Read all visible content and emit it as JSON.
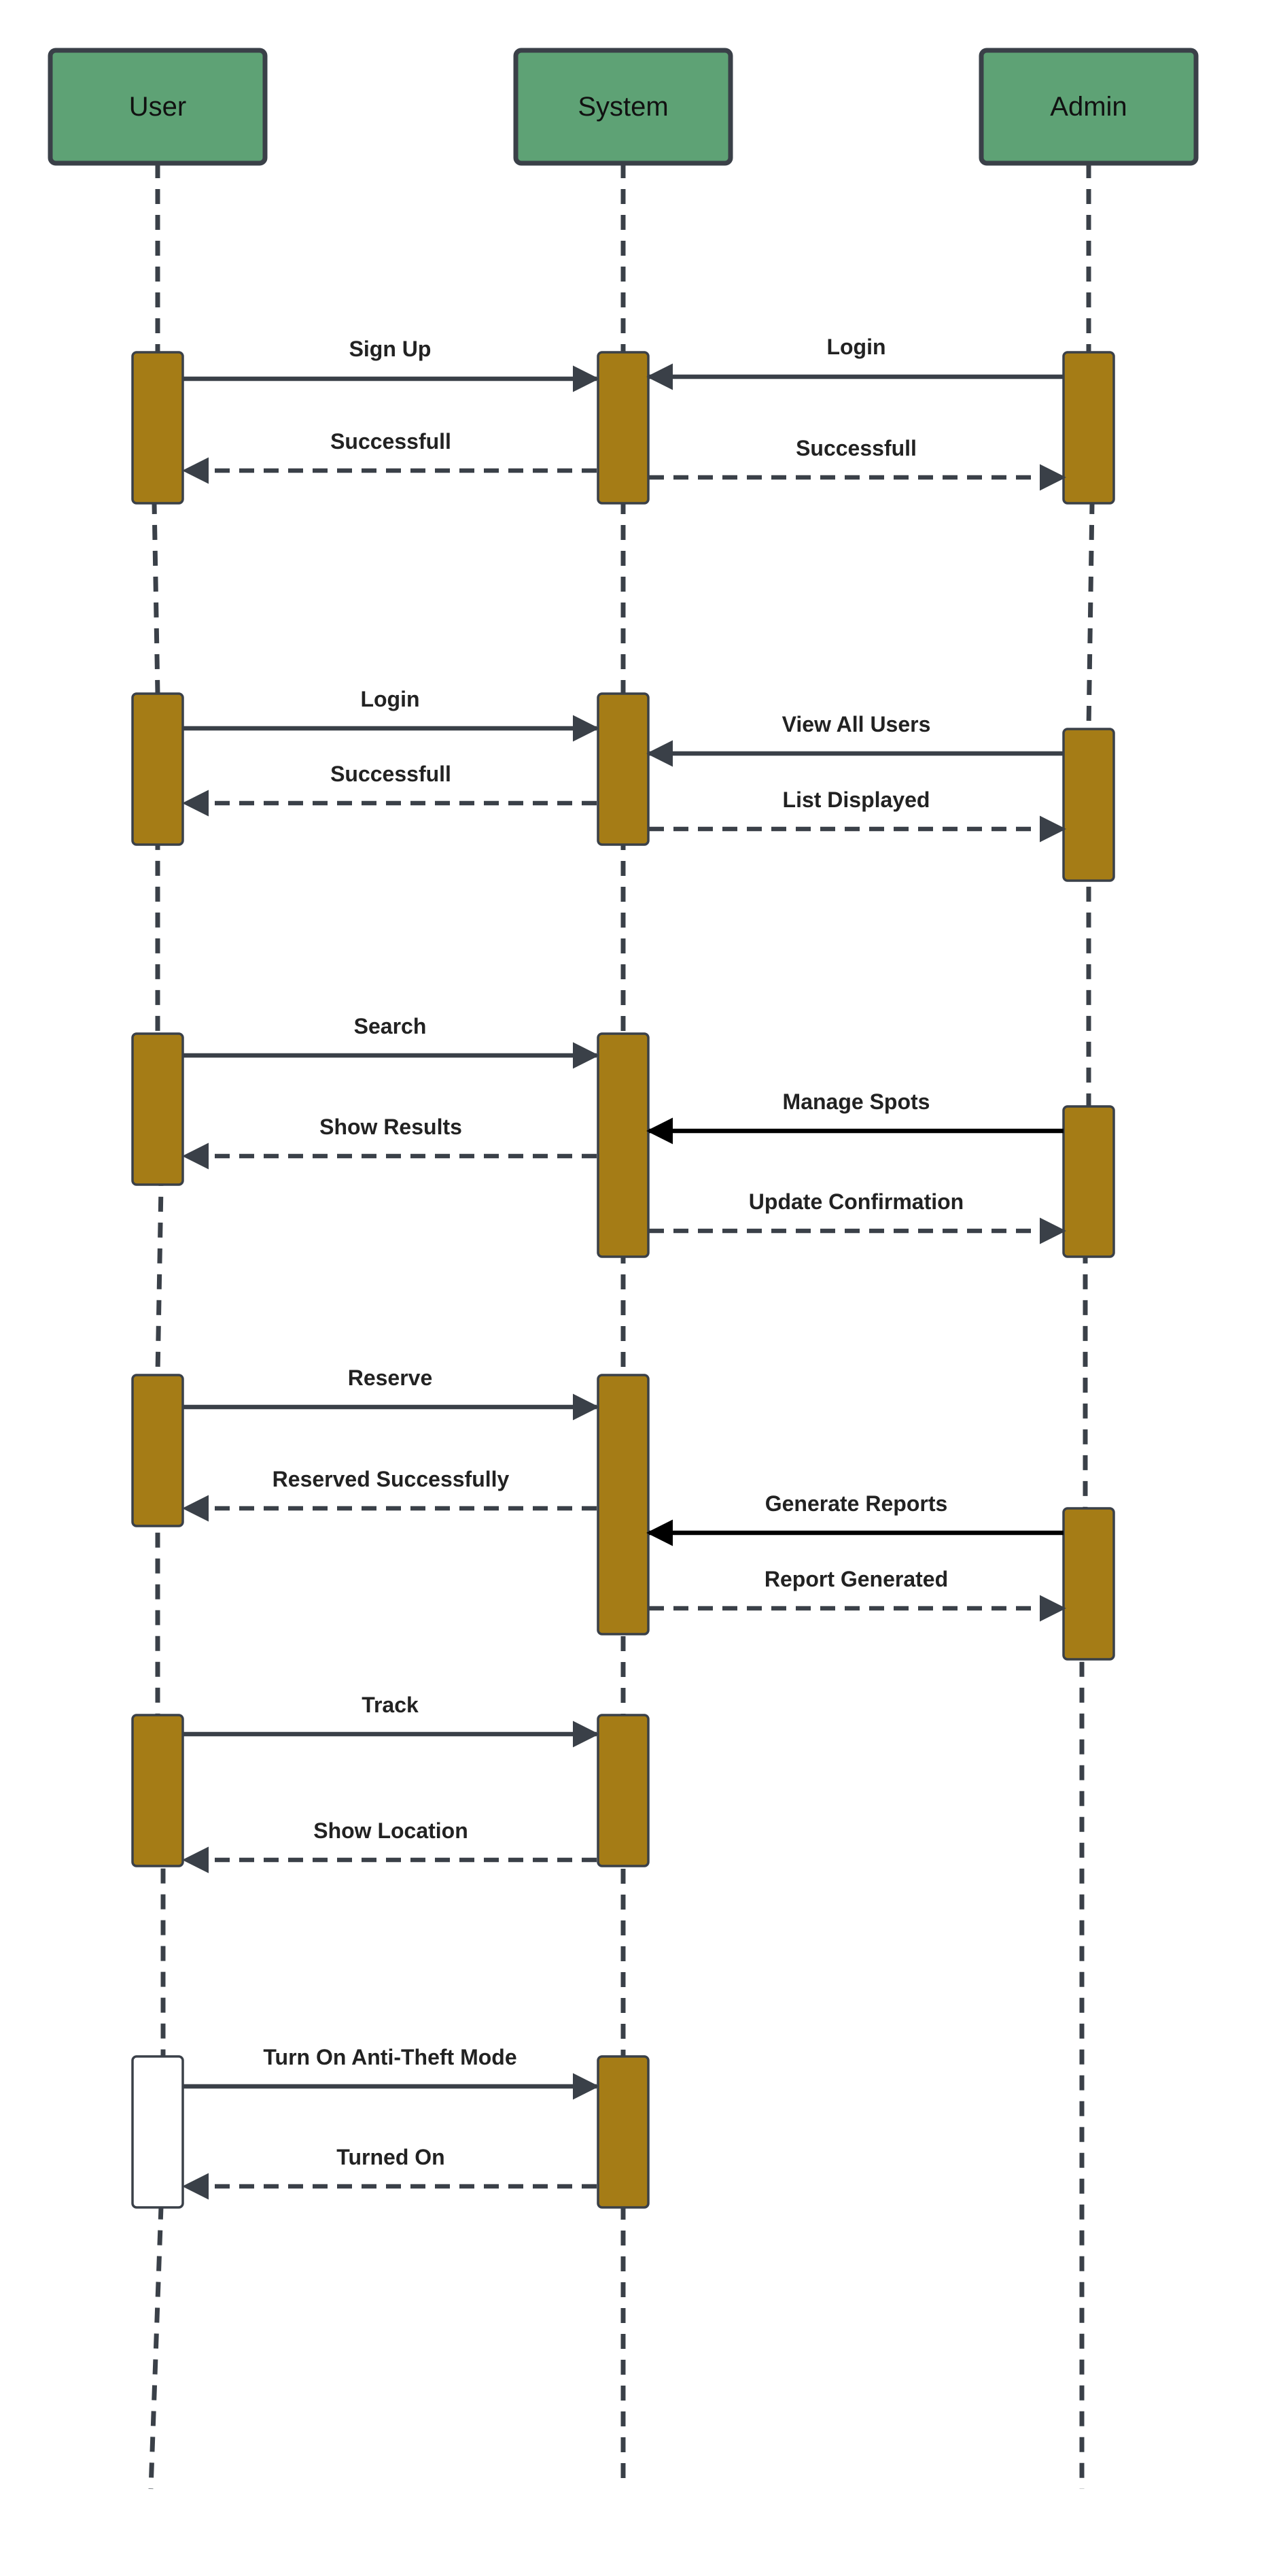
{
  "colors": {
    "actor_fill": "#5ea275",
    "activation_fill": "#a57c16",
    "activation_empty_fill": "#ffffff",
    "line": "#3a4048",
    "strong_line": "#000000"
  },
  "actors": [
    {
      "id": "user",
      "label": "User"
    },
    {
      "id": "system",
      "label": "System"
    },
    {
      "id": "admin",
      "label": "Admin"
    }
  ],
  "messages": [
    {
      "label": "Sign Up",
      "from": "user",
      "to": "system",
      "style": "solid"
    },
    {
      "label": "Successfull",
      "from": "system",
      "to": "user",
      "style": "dashed"
    },
    {
      "label": "Login",
      "from": "admin",
      "to": "system",
      "style": "solid"
    },
    {
      "label": "Successfull",
      "from": "system",
      "to": "admin",
      "style": "dashed"
    },
    {
      "label": "Login",
      "from": "user",
      "to": "system",
      "style": "solid"
    },
    {
      "label": "Successfull",
      "from": "system",
      "to": "user",
      "style": "dashed"
    },
    {
      "label": "View All Users",
      "from": "admin",
      "to": "system",
      "style": "solid"
    },
    {
      "label": "List Displayed",
      "from": "system",
      "to": "admin",
      "style": "dashed"
    },
    {
      "label": "Search",
      "from": "user",
      "to": "system",
      "style": "solid"
    },
    {
      "label": "Show Results",
      "from": "system",
      "to": "user",
      "style": "dashed"
    },
    {
      "label": "Manage Spots",
      "from": "admin",
      "to": "system",
      "style": "solid-strong"
    },
    {
      "label": "Update Confirmation",
      "from": "system",
      "to": "admin",
      "style": "dashed"
    },
    {
      "label": "Reserve",
      "from": "user",
      "to": "system",
      "style": "solid"
    },
    {
      "label": "Reserved Successfully",
      "from": "system",
      "to": "user",
      "style": "dashed"
    },
    {
      "label": "Generate Reports",
      "from": "admin",
      "to": "system",
      "style": "solid-strong"
    },
    {
      "label": "Report Generated",
      "from": "system",
      "to": "admin",
      "style": "dashed"
    },
    {
      "label": "Track",
      "from": "user",
      "to": "system",
      "style": "solid"
    },
    {
      "label": "Show Location",
      "from": "system",
      "to": "user",
      "style": "dashed"
    },
    {
      "label": "Turn On Anti-Theft Mode",
      "from": "user",
      "to": "system",
      "style": "solid"
    },
    {
      "label": "Turned On",
      "from": "system",
      "to": "user",
      "style": "dashed"
    }
  ]
}
